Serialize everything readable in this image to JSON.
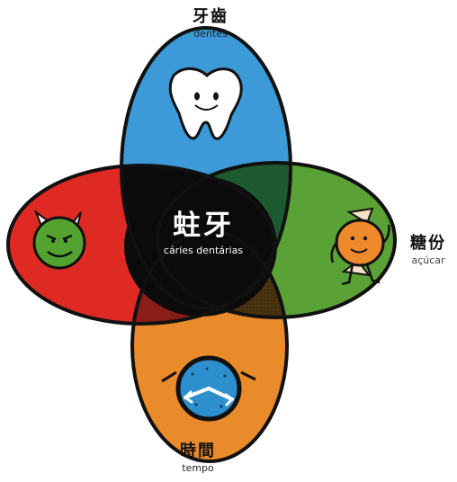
{
  "center": {
    "chinese": "蛀牙",
    "portuguese": "cáries dentárias"
  },
  "factors": [
    {
      "id": "teeth",
      "chinese": "牙齒",
      "portuguese": "dentes",
      "color": "#3d9ad8",
      "icon": "tooth-icon"
    },
    {
      "id": "sugar",
      "chinese": "糖份",
      "portuguese": "açúcar",
      "color": "#5aa136",
      "icon": "candy-icon"
    },
    {
      "id": "time",
      "chinese": "時間",
      "portuguese": "tempo",
      "color": "#e98a2b",
      "icon": "clock-icon"
    },
    {
      "id": "bacteria",
      "chinese": "",
      "portuguese": "",
      "color": "#df2a24",
      "icon": "germ-icon"
    }
  ],
  "overlap_colors": {
    "center": "#0b0b0b",
    "teeth_sugar": "#1e5a30",
    "bacteria_time": "#8a1d18",
    "sugar_time": "#4a3410"
  },
  "outline_color": "#111111"
}
